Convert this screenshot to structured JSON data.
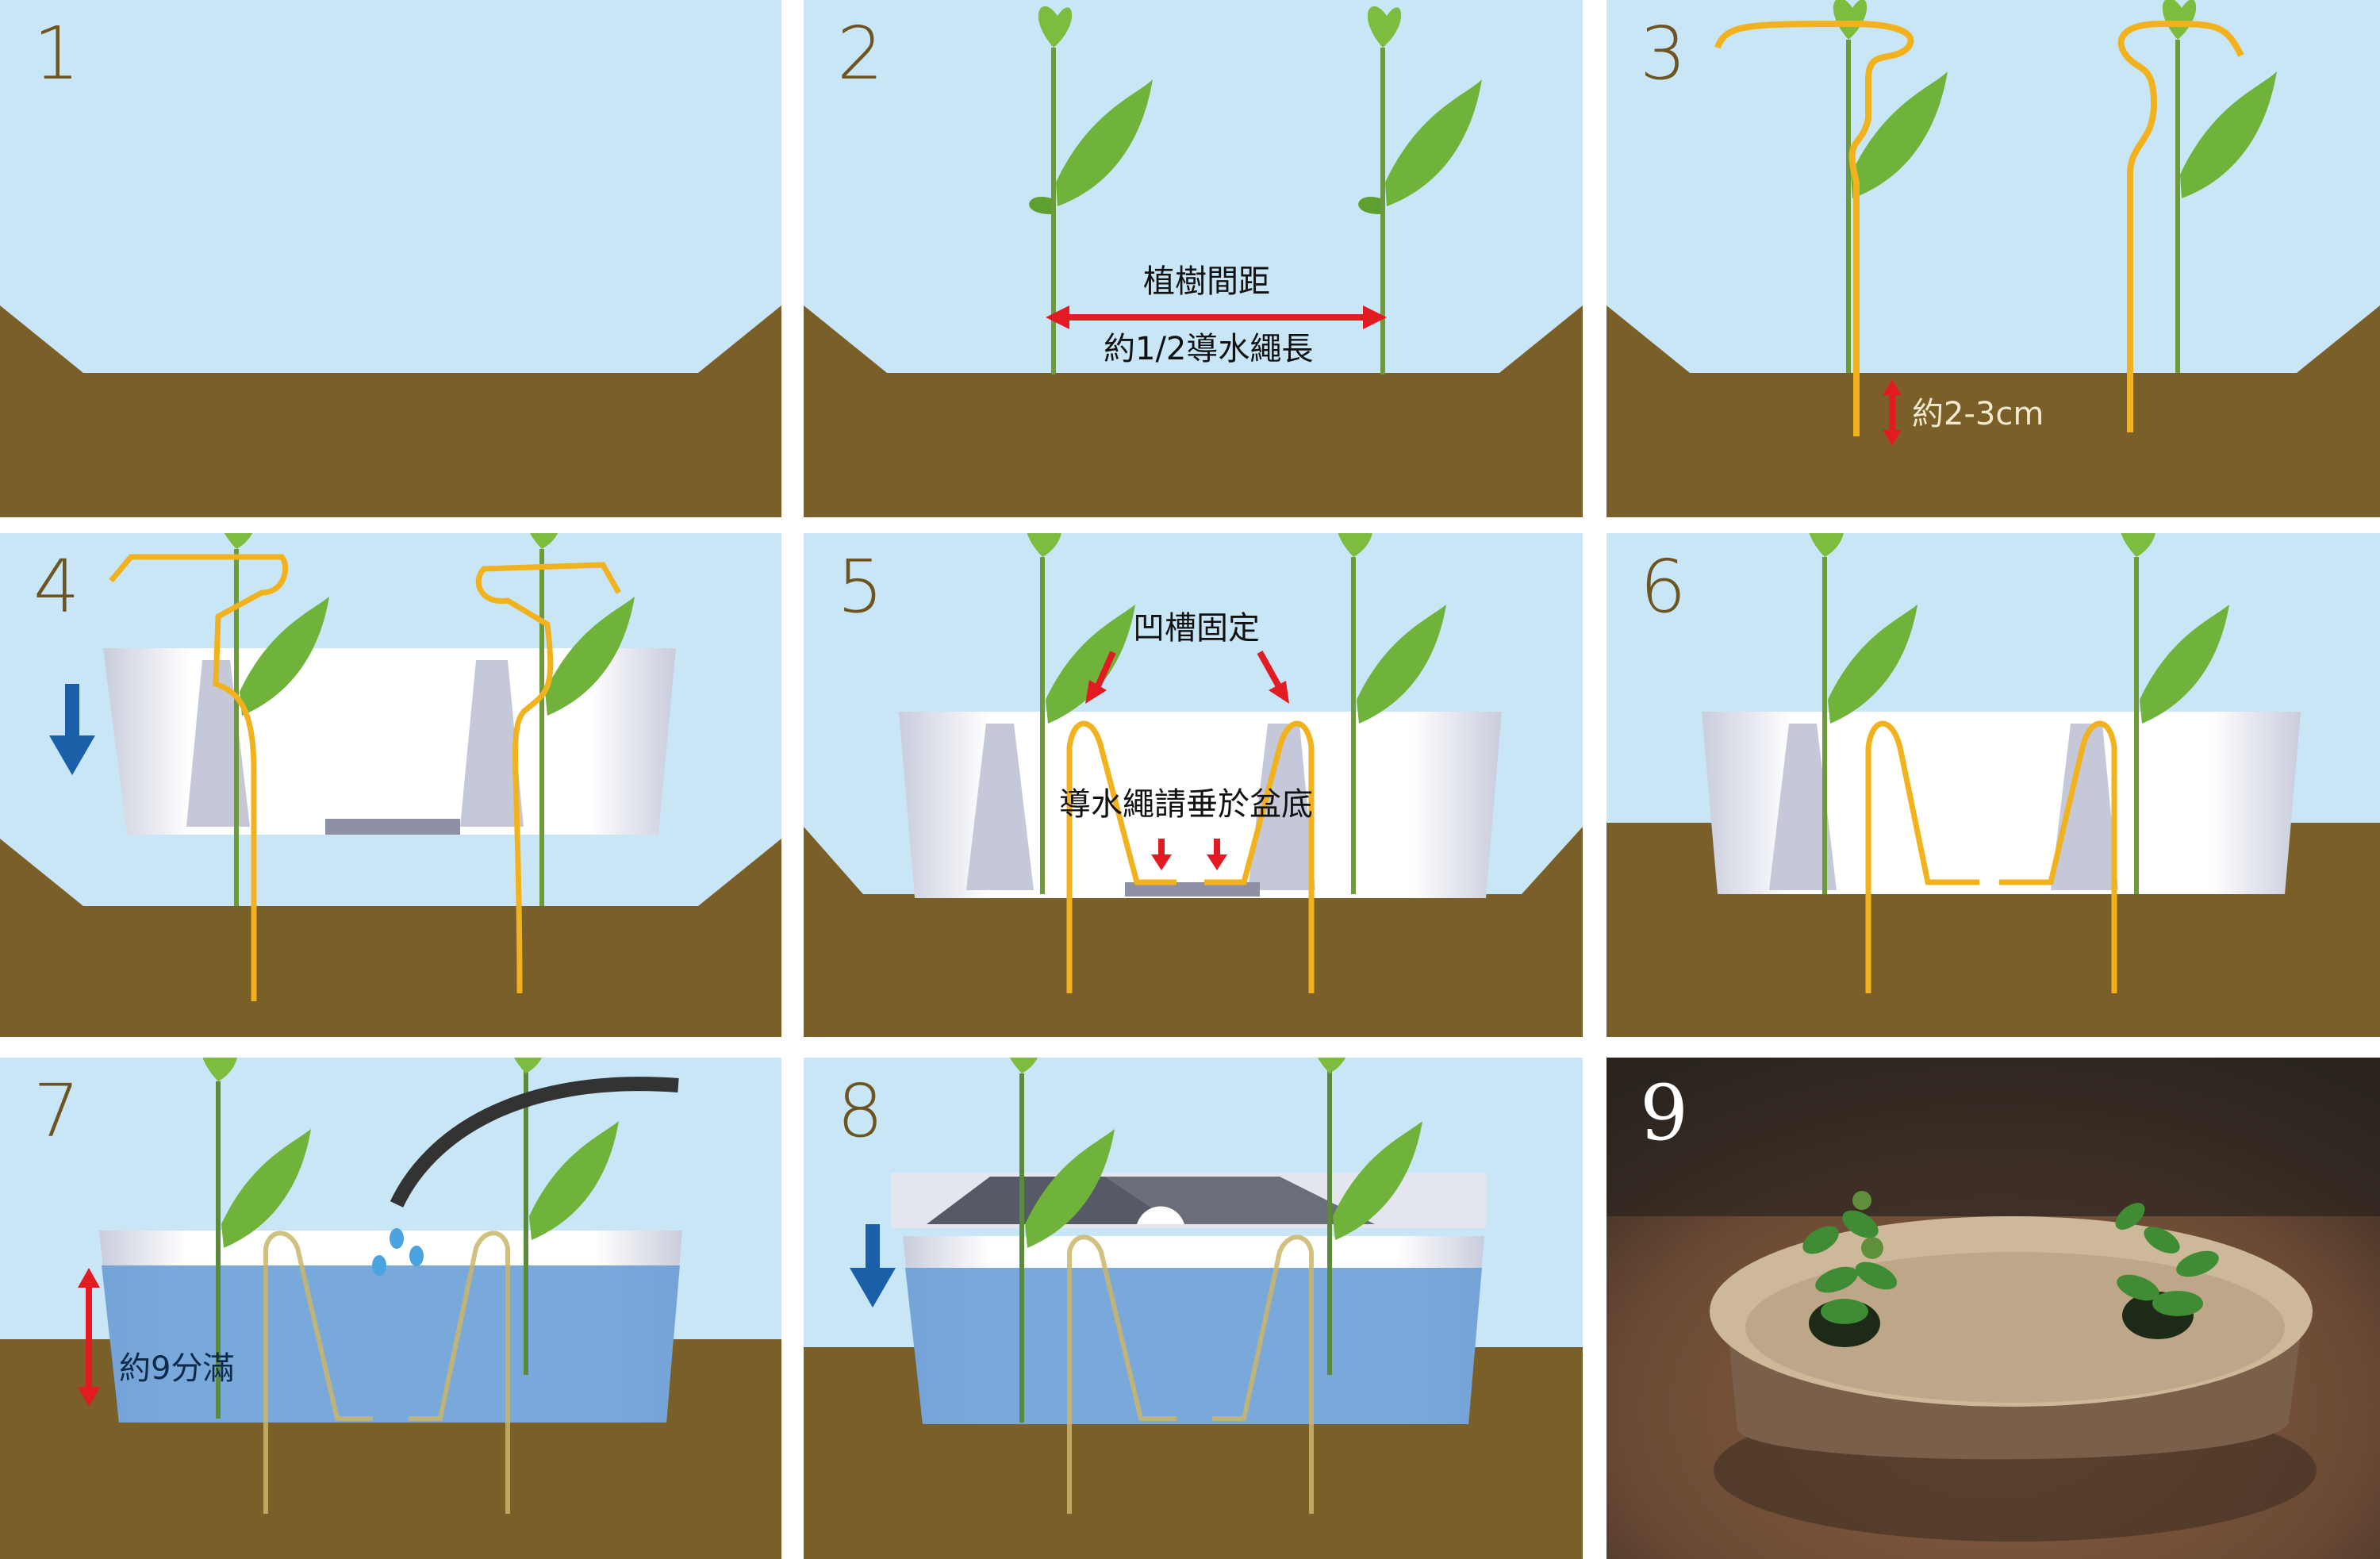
{
  "figure": {
    "title": "",
    "panel_count": 9,
    "colors": {
      "sky": "#c9e6f6",
      "soil": "#7a5f28",
      "step_number": "#6e5420",
      "wick_rope": "#f2b21e",
      "red_arrow": "#e21b23",
      "blue_arrow": "#1a5fa8",
      "water": "#6a9fd6",
      "pot": "#e8eaf2",
      "leaf": "#74b83a",
      "hose": "#333333"
    }
  },
  "panels": [
    {
      "step": "1",
      "description": "Dig planting hole",
      "labels": []
    },
    {
      "step": "2",
      "description": "Plant two seedlings",
      "labels": [
        "植樹間距",
        "約1/2導水繩長"
      ]
    },
    {
      "step": "3",
      "description": "Insert wick rope beside seedlings",
      "labels": [
        "約2-3cm"
      ]
    },
    {
      "step": "4",
      "description": "Lower pot over seedlings",
      "labels": []
    },
    {
      "step": "5",
      "description": "Fix wick rope into grooves",
      "labels": [
        "凹槽固定",
        "導水繩請垂於盆底"
      ]
    },
    {
      "step": "6",
      "description": "Backfill soil around pot",
      "labels": []
    },
    {
      "step": "7",
      "description": "Fill with water",
      "labels": [
        "約9分滿"
      ]
    },
    {
      "step": "8",
      "description": "Place lid on pot",
      "labels": []
    },
    {
      "step": "9",
      "description": "Completed planting (photo)",
      "labels": []
    }
  ]
}
